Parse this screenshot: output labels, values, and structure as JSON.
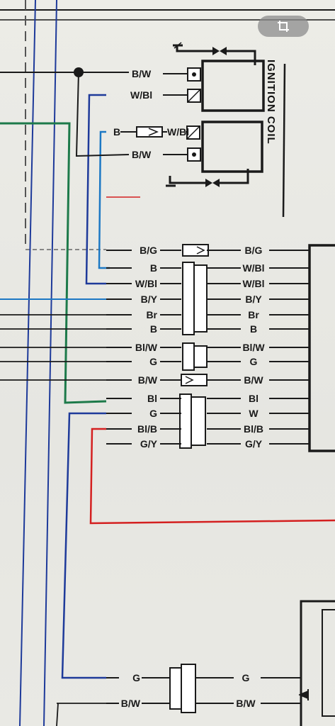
{
  "ignition_coil_title": "IGNITION COIL",
  "coil_wires": {
    "top_bw": "B/W",
    "top_wbl": "W/Bl",
    "bottom_b": "B",
    "bottom_wbl": "W/Bl",
    "bottom_bw": "B/W"
  },
  "connector_wires_left": [
    "B/G",
    "B",
    "W/Bl",
    "B/Y",
    "Br",
    "B",
    "Bl/W",
    "G",
    "B/W",
    "Bl",
    "G",
    "Bl/B",
    "G/Y"
  ],
  "connector_wires_right": [
    "B/G",
    "W/Bl",
    "W/Bl",
    "B/Y",
    "Br",
    "B",
    "Bl/W",
    "G",
    "B/W",
    "Bl",
    "W",
    "Bl/B",
    "G/Y"
  ],
  "bottom_wires_left": [
    "G",
    "B/W"
  ],
  "bottom_wires_right": [
    "G",
    "B/W"
  ],
  "colors": {
    "paper": "#e9e9e4",
    "ink": "#1a1a1a",
    "blue": "#1e3a9a",
    "light_blue": "#1c78c4",
    "green": "#1d7a4a",
    "red": "#d42020"
  },
  "toolbar": {
    "crop_icon": "crop-icon"
  }
}
